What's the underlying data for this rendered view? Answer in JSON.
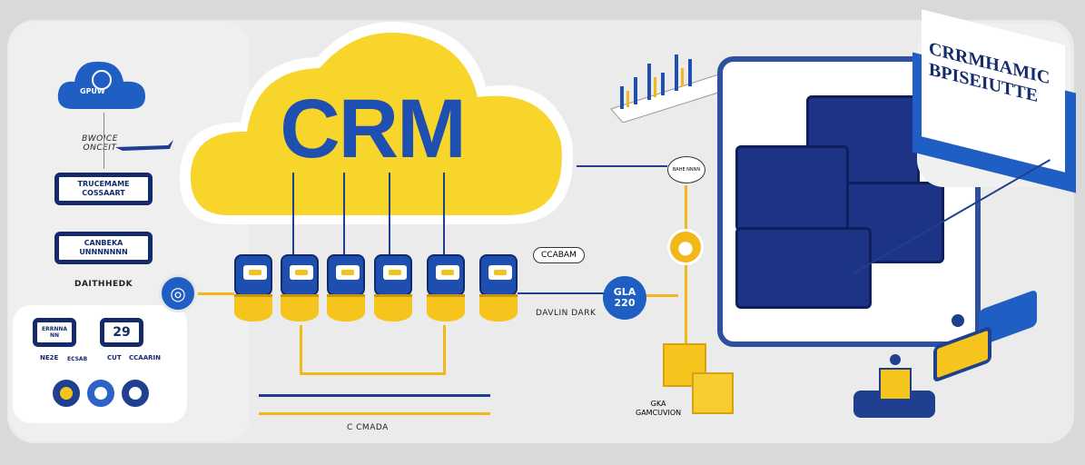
{
  "left": {
    "cloud_label": "GPUW",
    "note_label": "BWOICE ONCEIT",
    "box1_label": "TRUCEMAME COSSAART",
    "box2_label": "CANBEKA UNNNNNNN",
    "caption": "DAITHHEDK",
    "card": {
      "mini1_text": "ERRNNA NN",
      "mini2_value": "29",
      "labels": [
        "NE2E",
        "ECSAB",
        "CUT",
        "CCAARIN"
      ]
    }
  },
  "center": {
    "cloud_title": "CRM",
    "cylinder_count": 6,
    "caption_right": "DAVLIN DARK",
    "bubble_label": "CCABAM",
    "bottom_caption": "C CMADA"
  },
  "flow": {
    "circle_text_1": "GLA",
    "circle_text_2": "220",
    "speech_text": "BAHE NNNN",
    "cubes_caption_1": "GKA",
    "cubes_caption_2": "GAMCUVION"
  },
  "right": {
    "sign_line1": "CRRMHAMIC",
    "sign_line2": "BPISEIUTTE"
  },
  "colors": {
    "blue": "#1f4fb0",
    "navy": "#142a6b",
    "yellow": "#f6c51d",
    "bg": "#ebebeb"
  }
}
